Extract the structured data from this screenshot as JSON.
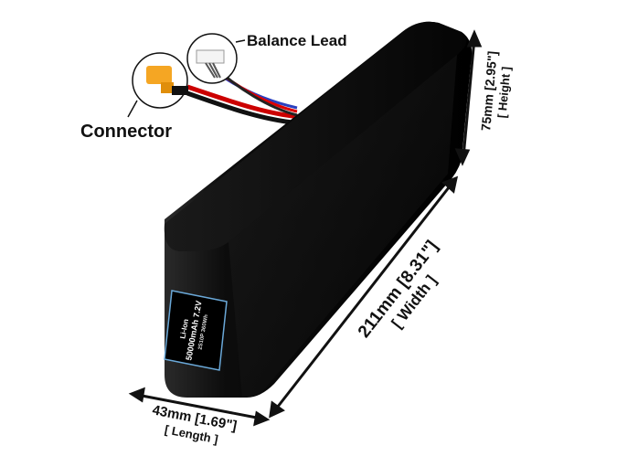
{
  "callouts": {
    "balance_lead": "Balance Lead",
    "connector": "Connector"
  },
  "dimensions": {
    "height": "75mm [2.95\"]",
    "height_label": "[ Height ]",
    "width": "211mm [8.31\"]",
    "width_label": "[ Width ]",
    "length": "43mm  [1.69\"]",
    "length_label": "[ Length ]"
  },
  "battery_label": {
    "chemistry": "Li-Ion",
    "capacity": "50000mAh 7.2V",
    "config": "2S10P 360Wh"
  },
  "colors": {
    "battery": "#0a0a0a",
    "connector": "#f5a623",
    "label_border": "#6aa8d8"
  }
}
